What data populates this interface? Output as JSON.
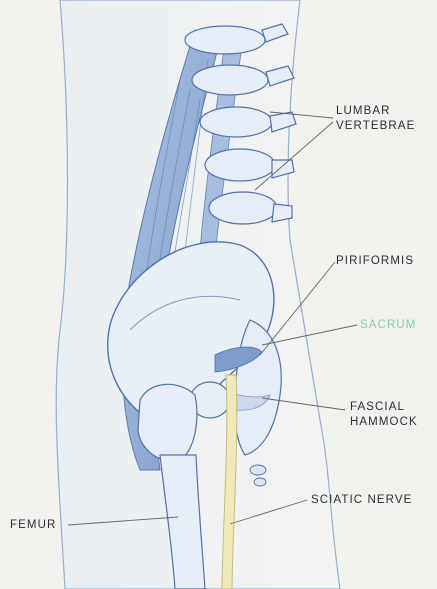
{
  "labels": {
    "lumbar": {
      "lines": [
        "LUMBAR",
        "VERTEBRAE"
      ]
    },
    "piriformis": {
      "text": "PIRIFORMIS"
    },
    "sacrum": {
      "text": "SACRUM",
      "color": "#7fcf9e"
    },
    "fascial": {
      "lines": [
        "FASCIAL",
        "HAMMOCK"
      ]
    },
    "sciatic": {
      "text": "SCIATIC NERVE"
    },
    "femur": {
      "text": "FEMUR"
    }
  },
  "colors": {
    "background": "#f2f1ed",
    "bone_fill": "#e3ebf3",
    "outline": "#5c7fb7",
    "muscle": "#7e9ccc",
    "nerve_fill": "#f0e8b8",
    "nerve_edge": "#c7bb7a",
    "leader": "#666666",
    "text": "#2a2e36"
  }
}
